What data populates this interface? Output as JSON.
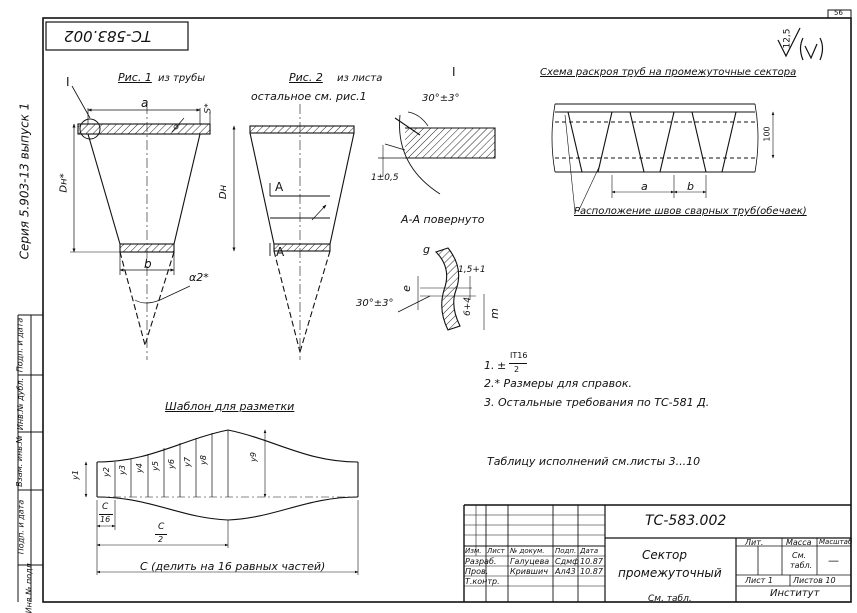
{
  "sheet_number": "56",
  "code_upside": "ТС-583.002",
  "series_label": "Серия 5.903-13 выпуск 1",
  "roughness": {
    "value": "12,5",
    "check": "(√)"
  },
  "fig1": {
    "title": "Рис. 1",
    "subtitle": "из трубы",
    "dim_a": "a",
    "dim_b": "b",
    "dim_s": "S*",
    "dim_dn": "Dн*",
    "dim_alpha": "α2*",
    "section_mark": "I"
  },
  "fig2": {
    "title": "Рис. 2",
    "subtitle": "из листа",
    "note": "остальное см. рис.1",
    "dim_dn": "Dн",
    "cut_a": "А",
    "cut_a2": "А"
  },
  "detail_i": {
    "mark": "I",
    "angle": "30°±3°",
    "tol": "1±0,5"
  },
  "section_aa": {
    "title": "А-А повернуто",
    "g": "g",
    "dim1": "1,5+1",
    "angle": "30°±3°",
    "e": "e",
    "dim2": "6+4",
    "m": "m"
  },
  "cut_scheme": {
    "title": "Схема раскроя труб на промежуточные сектора",
    "dim_100": "100",
    "dim_a": "a",
    "dim_b": "b",
    "seam_note": "Расположение швов сварных труб(обечаек)"
  },
  "notes": {
    "n1_prefix": "1.",
    "n1_num": "IT16",
    "n1_den": "2",
    "n2": "2.* Размеры для справок.",
    "n3": "3. Остальные требования по ТС-581 Д."
  },
  "table_ref": "Таблицу исполнений см.листы 3...10",
  "template": {
    "title": "Шаблон для разметки",
    "ys": [
      "y1",
      "y2",
      "y3",
      "y4",
      "y5",
      "y6",
      "y7",
      "y8",
      "y9"
    ],
    "c16_num": "C",
    "c16_den": "16",
    "c2_num": "C",
    "c2_den": "2",
    "c_note": "C (делить на 16 равных частей)"
  },
  "side_stamp": [
    "Подп. и дата",
    "Инв.№ дубл.",
    "Взам. инв.№",
    "Подп. и дата",
    "Инв.№ подл."
  ],
  "title_block": {
    "doc_code": "ТС-583.002",
    "name_line1": "Сектор",
    "name_line2": "промежуточный",
    "hdr": [
      "Изм.",
      "Лист",
      "№ докум.",
      "Подп.",
      "Дата"
    ],
    "rows": [
      [
        "Разраб.",
        "Галуцева",
        "Сдмф",
        "10.87"
      ],
      [
        "Пров.",
        "Крившич",
        "Ал43",
        "10.87"
      ],
      [
        "Т.контр.",
        "",
        "",
        ""
      ]
    ],
    "lit": "Лит.",
    "mass": "Масса",
    "scale": "Масштаб",
    "mass_val1": "См.",
    "mass_val2": "табл.",
    "scale_val": "—",
    "sheet": "Лист 1",
    "sheets": "Листов 10",
    "org": "Институт",
    "bottom_cut": "См. табл."
  }
}
